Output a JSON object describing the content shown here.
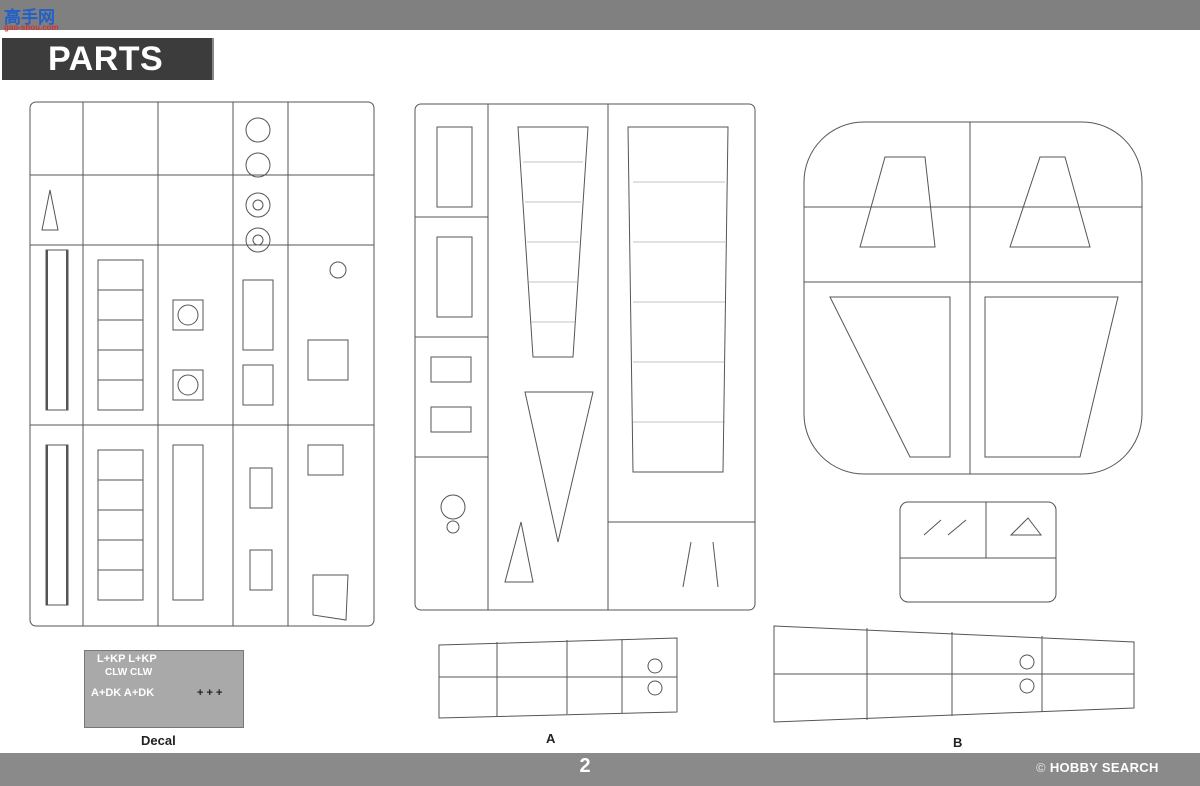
{
  "header": {
    "title": "PARTS"
  },
  "watermark": {
    "logo_text": "高手网",
    "url": "gao-shou.com"
  },
  "labels": {
    "decal": "Decal",
    "sheet_a": "A",
    "sheet_b": "B"
  },
  "decal_markings": {
    "row1": "L+KP  L+KP",
    "row2": "CLW  CLW",
    "row3": "A+DK  A+DK",
    "crosses": "+ + +"
  },
  "footer": {
    "page_number": "2",
    "brand_prefix": "©",
    "brand": "HOBBY SEARCH"
  },
  "colors": {
    "band": "#808080",
    "title_bg": "#3c3c3c",
    "line": "#555555",
    "decal_bg": "#a9a9a9"
  }
}
